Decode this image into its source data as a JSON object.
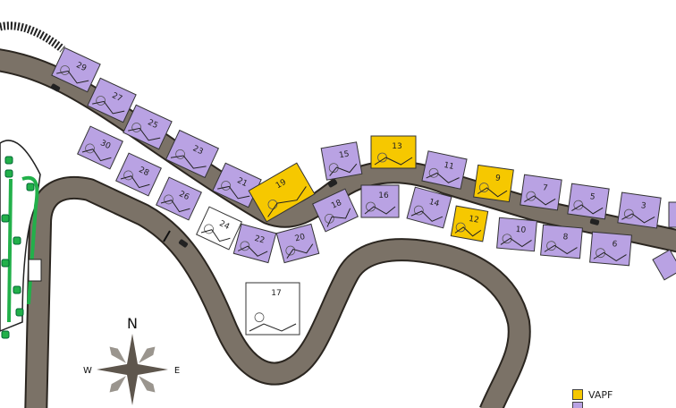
{
  "map": {
    "colors": {
      "available": "#b9a2e3",
      "vapf": "#f6c800",
      "unassigned": "#ffffff",
      "road": "#7b7267",
      "road_edge": "#2b2620",
      "landscape": "#22b04a"
    },
    "plots": [
      {
        "number": "29",
        "status": "available"
      },
      {
        "number": "27",
        "status": "available"
      },
      {
        "number": "25",
        "status": "available"
      },
      {
        "number": "23",
        "status": "available"
      },
      {
        "number": "21",
        "status": "available"
      },
      {
        "number": "30",
        "status": "available"
      },
      {
        "number": "28",
        "status": "available"
      },
      {
        "number": "26",
        "status": "available"
      },
      {
        "number": "24",
        "status": "unassigned"
      },
      {
        "number": "22",
        "status": "available"
      },
      {
        "number": "20",
        "status": "available"
      },
      {
        "number": "19",
        "status": "vapf"
      },
      {
        "number": "18",
        "status": "available"
      },
      {
        "number": "15",
        "status": "available"
      },
      {
        "number": "13",
        "status": "vapf"
      },
      {
        "number": "16",
        "status": "available"
      },
      {
        "number": "14",
        "status": "available"
      },
      {
        "number": "11",
        "status": "available"
      },
      {
        "number": "12",
        "status": "vapf"
      },
      {
        "number": "9",
        "status": "vapf"
      },
      {
        "number": "10",
        "status": "available"
      },
      {
        "number": "7",
        "status": "available"
      },
      {
        "number": "8",
        "status": "available"
      },
      {
        "number": "5",
        "status": "available"
      },
      {
        "number": "6",
        "status": "available"
      },
      {
        "number": "3",
        "status": "available"
      },
      {
        "number": "17",
        "status": "unassigned"
      }
    ],
    "compass": {
      "north": "N",
      "west": "W",
      "east": "E"
    },
    "legend": [
      {
        "label": "VAPF",
        "color": "#f6c800"
      },
      {
        "label": "",
        "color": "#b9a2e3"
      }
    ]
  }
}
